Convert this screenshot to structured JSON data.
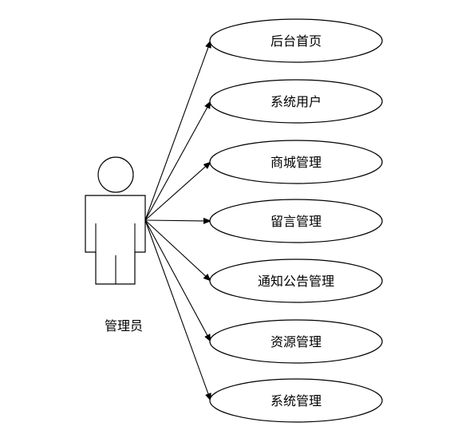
{
  "actor": {
    "label": "管理员"
  },
  "use_cases": [
    {
      "label": "后台首页"
    },
    {
      "label": "系统用户"
    },
    {
      "label": "商城管理"
    },
    {
      "label": "留言管理"
    },
    {
      "label": "通知公告管理"
    },
    {
      "label": "资源管理"
    },
    {
      "label": "系统管理"
    }
  ]
}
